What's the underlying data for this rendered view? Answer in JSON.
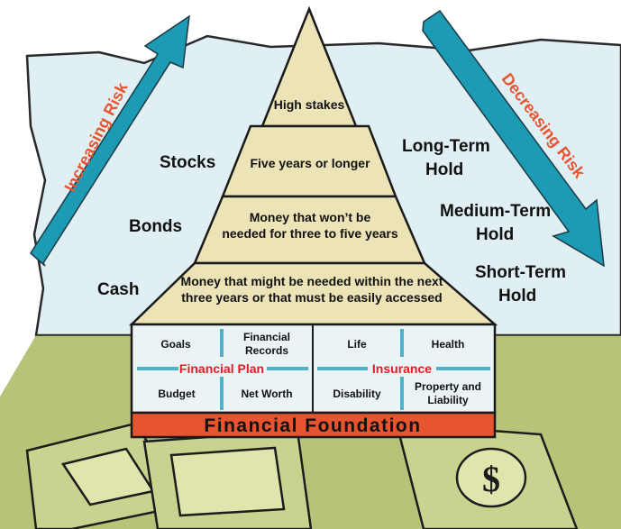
{
  "risk": {
    "increasing": "Increasing Risk",
    "decreasing": "Decreasing Risk"
  },
  "pyramid": {
    "apex": "High stakes",
    "tiers": [
      {
        "lines": [
          "Five years or longer"
        ],
        "asset": "Stocks",
        "hold": [
          "Long-Term",
          "Hold"
        ]
      },
      {
        "lines": [
          "Money that won’t be",
          "needed for three to five years"
        ],
        "asset": "Bonds",
        "hold": [
          "Medium-Term",
          "Hold"
        ]
      },
      {
        "lines": [
          "Money that might be needed within the next",
          "three years or that must be easily accessed"
        ],
        "asset": "Cash",
        "hold": [
          "Short-Term",
          "Hold"
        ]
      }
    ]
  },
  "base": {
    "financial_plan": {
      "title": "Financial Plan",
      "cells": [
        [
          "Goals"
        ],
        [
          "Financial",
          "Records"
        ],
        [
          "Budget"
        ],
        [
          "Net Worth"
        ]
      ]
    },
    "insurance": {
      "title": "Insurance",
      "cells": [
        [
          "Life"
        ],
        [
          "Health"
        ],
        [
          "Disability"
        ],
        [
          "Property and",
          "Liability"
        ]
      ]
    },
    "foundation": "Financial Foundation"
  },
  "colors": {
    "pyramid": "#ece3b6",
    "sky": "#dfeff4",
    "ground": "#b8c37a",
    "arrow": "#1d9bb5",
    "risk_text": "#e8542f",
    "plan_text": "#e31b23",
    "base_panel": "#eaf4f7",
    "divider": "#4fb3c7",
    "foundation": "#e8542f",
    "money": "#c9d38f"
  }
}
